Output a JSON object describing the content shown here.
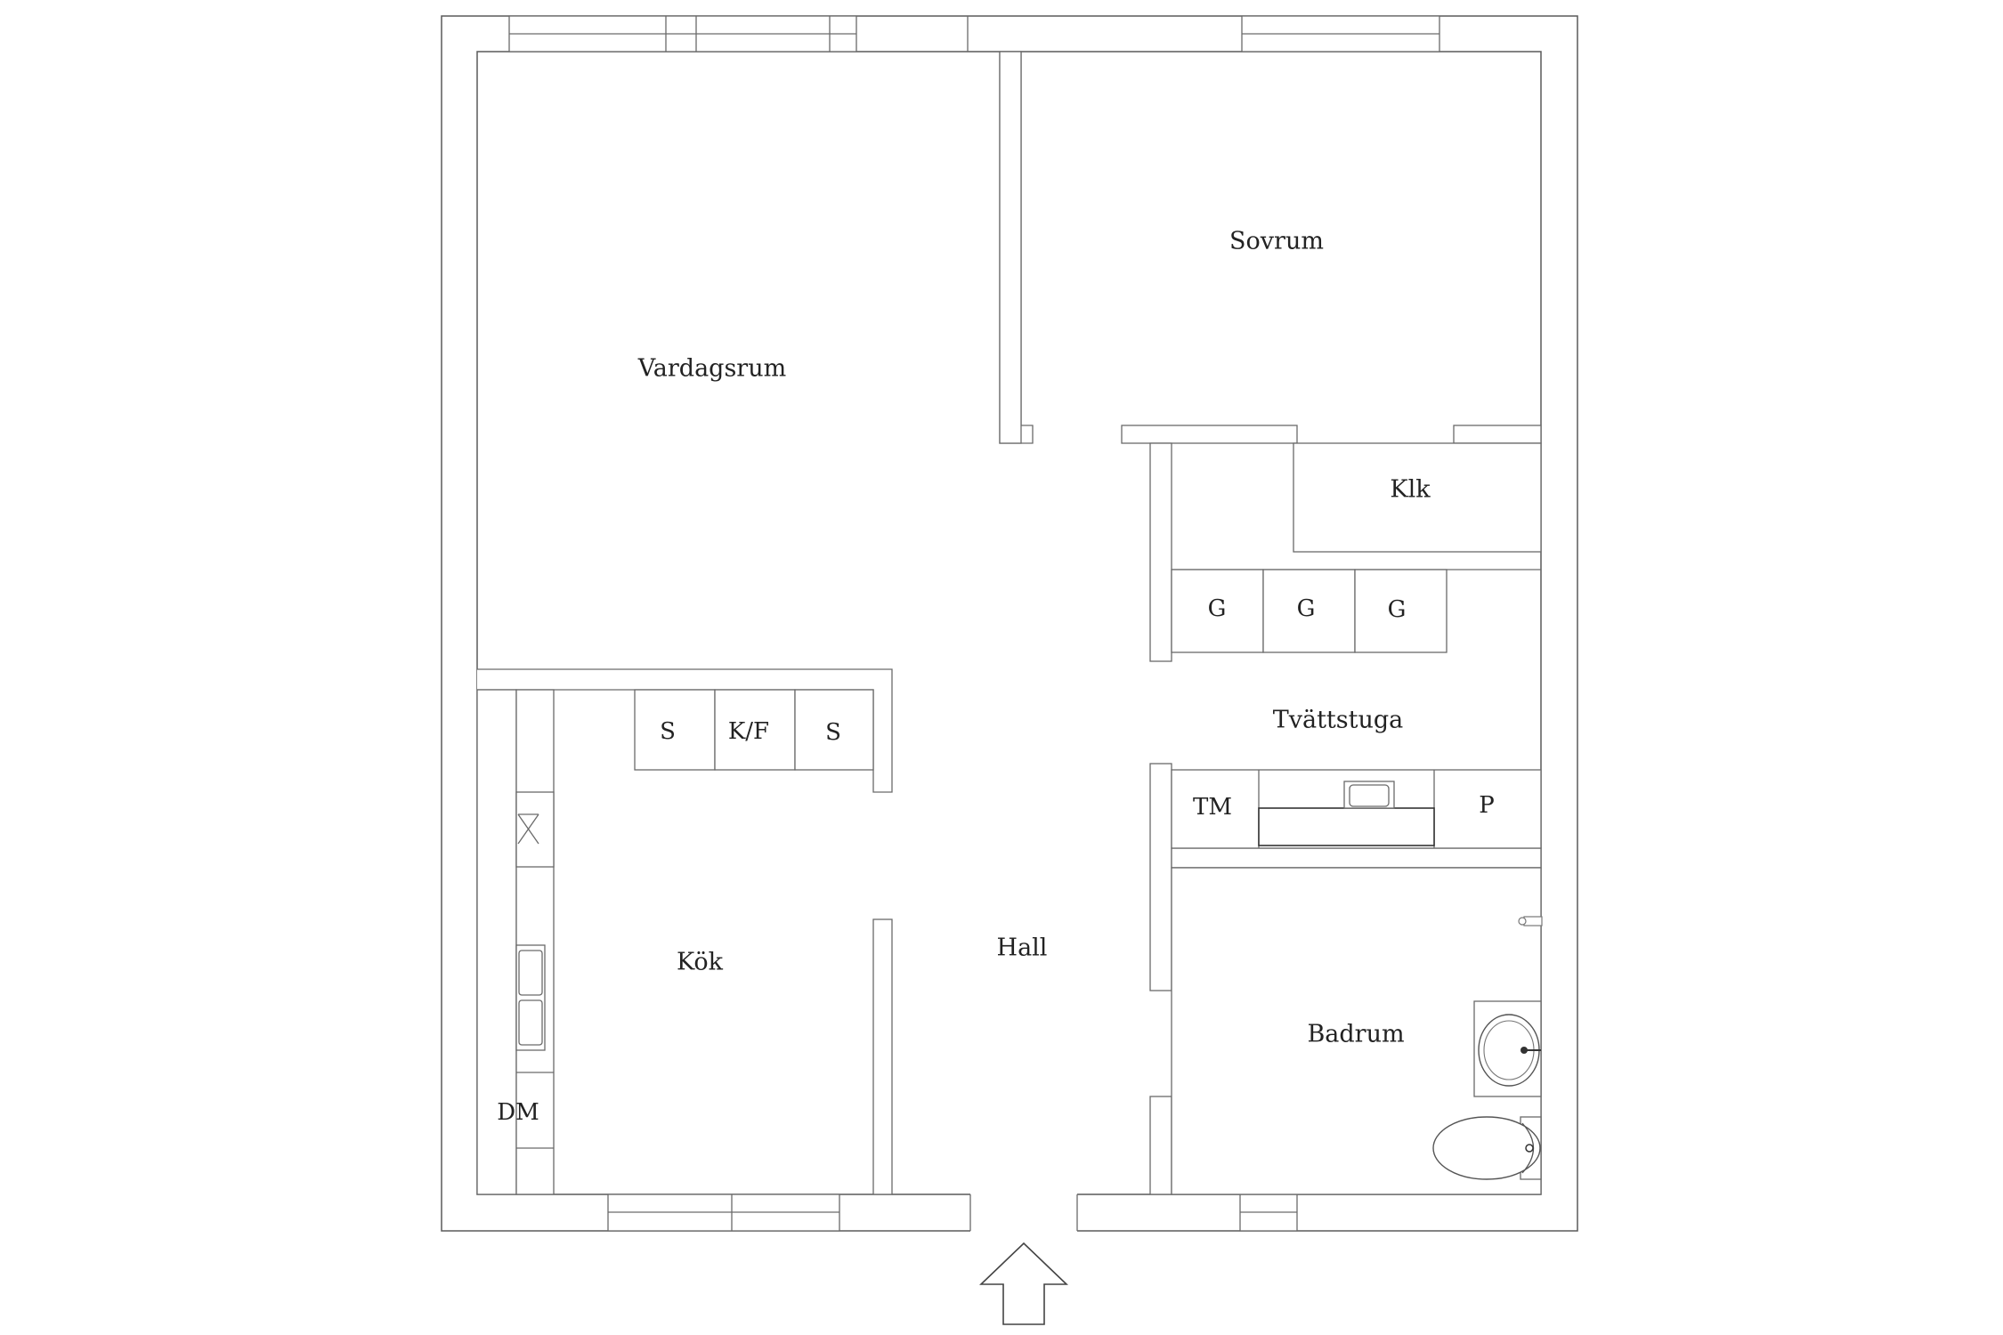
{
  "rooms": {
    "vardagsrum": "Vardagsrum",
    "sovrum": "Sovrum",
    "klk": "Klk",
    "tvattstuga": "Tvättstuga",
    "kok": "Kök",
    "hall": "Hall",
    "badrum": "Badrum"
  },
  "fixtures": {
    "g1": "G",
    "g2": "G",
    "g3": "G",
    "s1": "S",
    "kf": "K/F",
    "s2": "S",
    "tm": "TM",
    "p": "P",
    "dm": "DM"
  },
  "icons": {
    "entrance": "entrance-arrow-icon",
    "sink": "sink-icon",
    "washbasin": "washbasin-icon",
    "toilet": "toilet-icon",
    "shower": "shower-icon",
    "stove": "stove-icon"
  }
}
